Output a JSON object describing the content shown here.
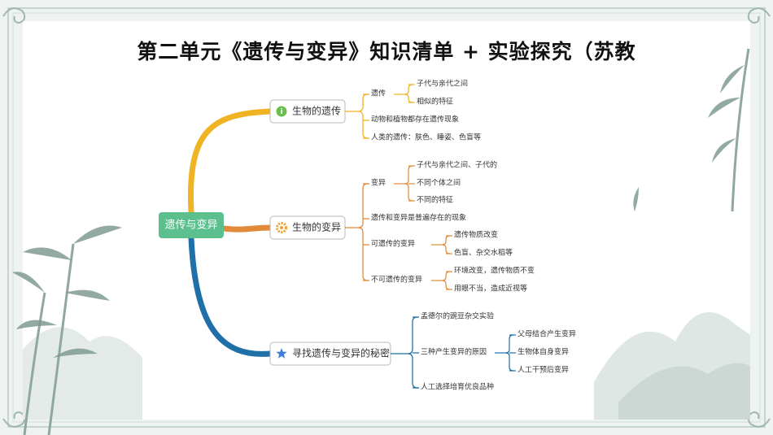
{
  "title": "第二单元《遗传与变异》知识清单 + 实验探究（苏教",
  "root": "遗传与变异",
  "branches": [
    {
      "label": "生物的遗传",
      "icon": "info-icon",
      "color": "#f0b323",
      "items": [
        {
          "label": "遗传",
          "children": [
            "子代与亲代之间",
            "相似的特征"
          ]
        },
        {
          "label": "动物和植物都存在遗传现象",
          "children": []
        },
        {
          "label": "人类的遗传：肤色、睡姿、色盲等",
          "children": []
        }
      ]
    },
    {
      "label": "生物的变异",
      "icon": "gear-icon",
      "color": "#e08a3a",
      "items": [
        {
          "label": "变异",
          "children": [
            "子代与亲代之间、子代的",
            "不同个体之间",
            "不同的特征"
          ]
        },
        {
          "label": "遗传和变异是普遍存在的现象",
          "children": []
        },
        {
          "label": "可遗传的变异",
          "children": [
            "遗传物质改变",
            "色盲、杂交水稻等"
          ]
        },
        {
          "label": "不可遗传的变异",
          "children": [
            "环境改变，遗传物质不变",
            "用眼不当，造成近视等"
          ]
        }
      ]
    },
    {
      "label": "寻找遗传与变异的秘密",
      "icon": "star-icon",
      "color": "#1f6fa8",
      "items": [
        {
          "label": "孟德尔的豌豆杂交实验",
          "children": []
        },
        {
          "label": "三种产生变异的原因",
          "children": [
            "父母结合产生变异",
            "生物体自身变异",
            "人工干预后变异"
          ]
        },
        {
          "label": "人工选择培育优良品种",
          "children": []
        }
      ]
    }
  ],
  "colors": {
    "root_fill": "#5cbf8e",
    "branch1": "#f0b323",
    "branch2": "#e08a3a",
    "branch3": "#1f6fa8"
  }
}
